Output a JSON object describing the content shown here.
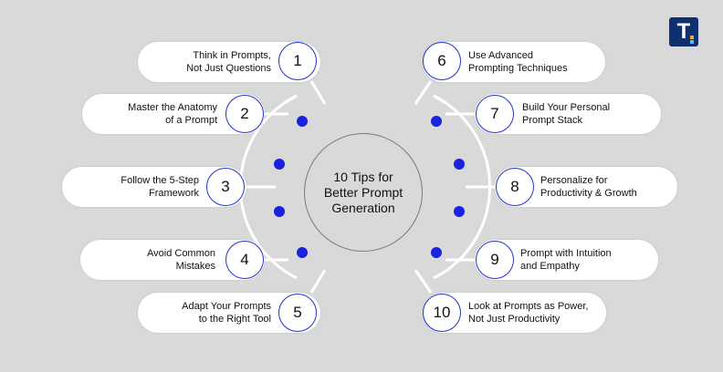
{
  "center_title": "10 Tips for\nBetter Prompt\nGeneration",
  "logo": {
    "letter": "T",
    "icon": "t-logo-icon"
  },
  "colors": {
    "background": "#d9d9d9",
    "accent": "#2233cc",
    "pill": "#ffffff",
    "connector": "#ffffff",
    "dot": "#1a22dd"
  },
  "tips": [
    {
      "number": "1",
      "text": "Think in Prompts,\nNot Just Questions"
    },
    {
      "number": "2",
      "text": "Master the Anatomy\nof a Prompt"
    },
    {
      "number": "3",
      "text": "Follow the 5-Step\nFramework"
    },
    {
      "number": "4",
      "text": "Avoid Common\nMistakes"
    },
    {
      "number": "5",
      "text": "Adapt Your Prompts\nto the Right Tool"
    },
    {
      "number": "6",
      "text": "Use Advanced\nPrompting Techniques"
    },
    {
      "number": "7",
      "text": "Build Your Personal\nPrompt Stack"
    },
    {
      "number": "8",
      "text": "Personalize for\nProductivity & Growth"
    },
    {
      "number": "9",
      "text": "Prompt with Intuition\nand Empathy"
    },
    {
      "number": "10",
      "text": "Look at Prompts as Power,\nNot Just Productivity"
    }
  ]
}
